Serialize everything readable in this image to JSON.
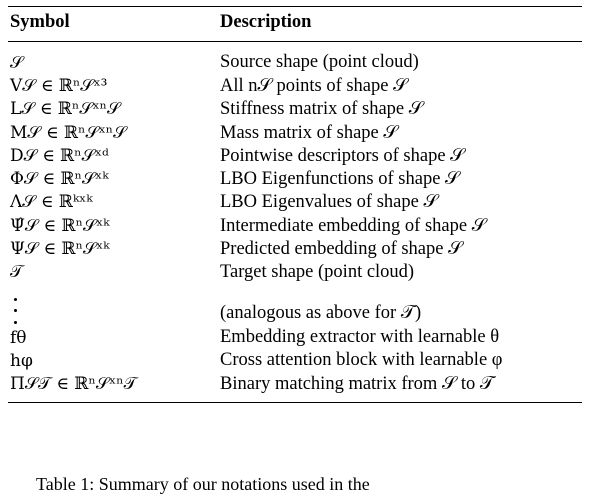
{
  "table": {
    "header": {
      "symbol": "Symbol",
      "description": "Description"
    },
    "rows": [
      {
        "symbol": "𝒮",
        "description": "Source shape (point cloud)"
      },
      {
        "symbol": "V𝒮 ∈ ℝⁿ𝒮ˣ³",
        "description": "All n𝒮 points of shape 𝒮"
      },
      {
        "symbol": "L𝒮 ∈ ℝⁿ𝒮ˣⁿ𝒮",
        "description": "Stiffness matrix of shape 𝒮"
      },
      {
        "symbol": "M𝒮 ∈ ℝⁿ𝒮ˣⁿ𝒮",
        "description": "Mass matrix of shape 𝒮"
      },
      {
        "symbol": "D𝒮 ∈ ℝⁿ𝒮ˣᵈ",
        "description": "Pointwise descriptors of shape 𝒮"
      },
      {
        "symbol": "Φ𝒮 ∈ ℝⁿ𝒮ˣᵏ",
        "description": "LBO Eigenfunctions of shape 𝒮"
      },
      {
        "symbol": "Λ𝒮 ∈ ℝᵏˣᵏ",
        "description": "LBO Eigenvalues of shape 𝒮"
      },
      {
        "symbol": "Ψ̂𝒮 ∈ ℝⁿ𝒮ˣᵏ",
        "description": "Intermediate embedding of shape 𝒮"
      },
      {
        "symbol": "Ψ𝒮 ∈ ℝⁿ𝒮ˣᵏ",
        "description": "Predicted embedding of shape 𝒮"
      },
      {
        "symbol": "𝒯",
        "description": "Target shape (point cloud)"
      },
      {
        "symbol": "⋮",
        "description": "(analogous as above for 𝒯)"
      },
      {
        "symbol": "fθ",
        "description": "Embedding extractor with learnable θ"
      },
      {
        "symbol": "hφ",
        "description": "Cross attention block with learnable φ"
      },
      {
        "symbol": "Π𝒮𝒯 ∈ ℝⁿ𝒮ˣⁿ𝒯",
        "description": "Binary matching matrix from 𝒮 to 𝒯"
      }
    ]
  },
  "caption": "Table 1: Summary of our notations used in the"
}
